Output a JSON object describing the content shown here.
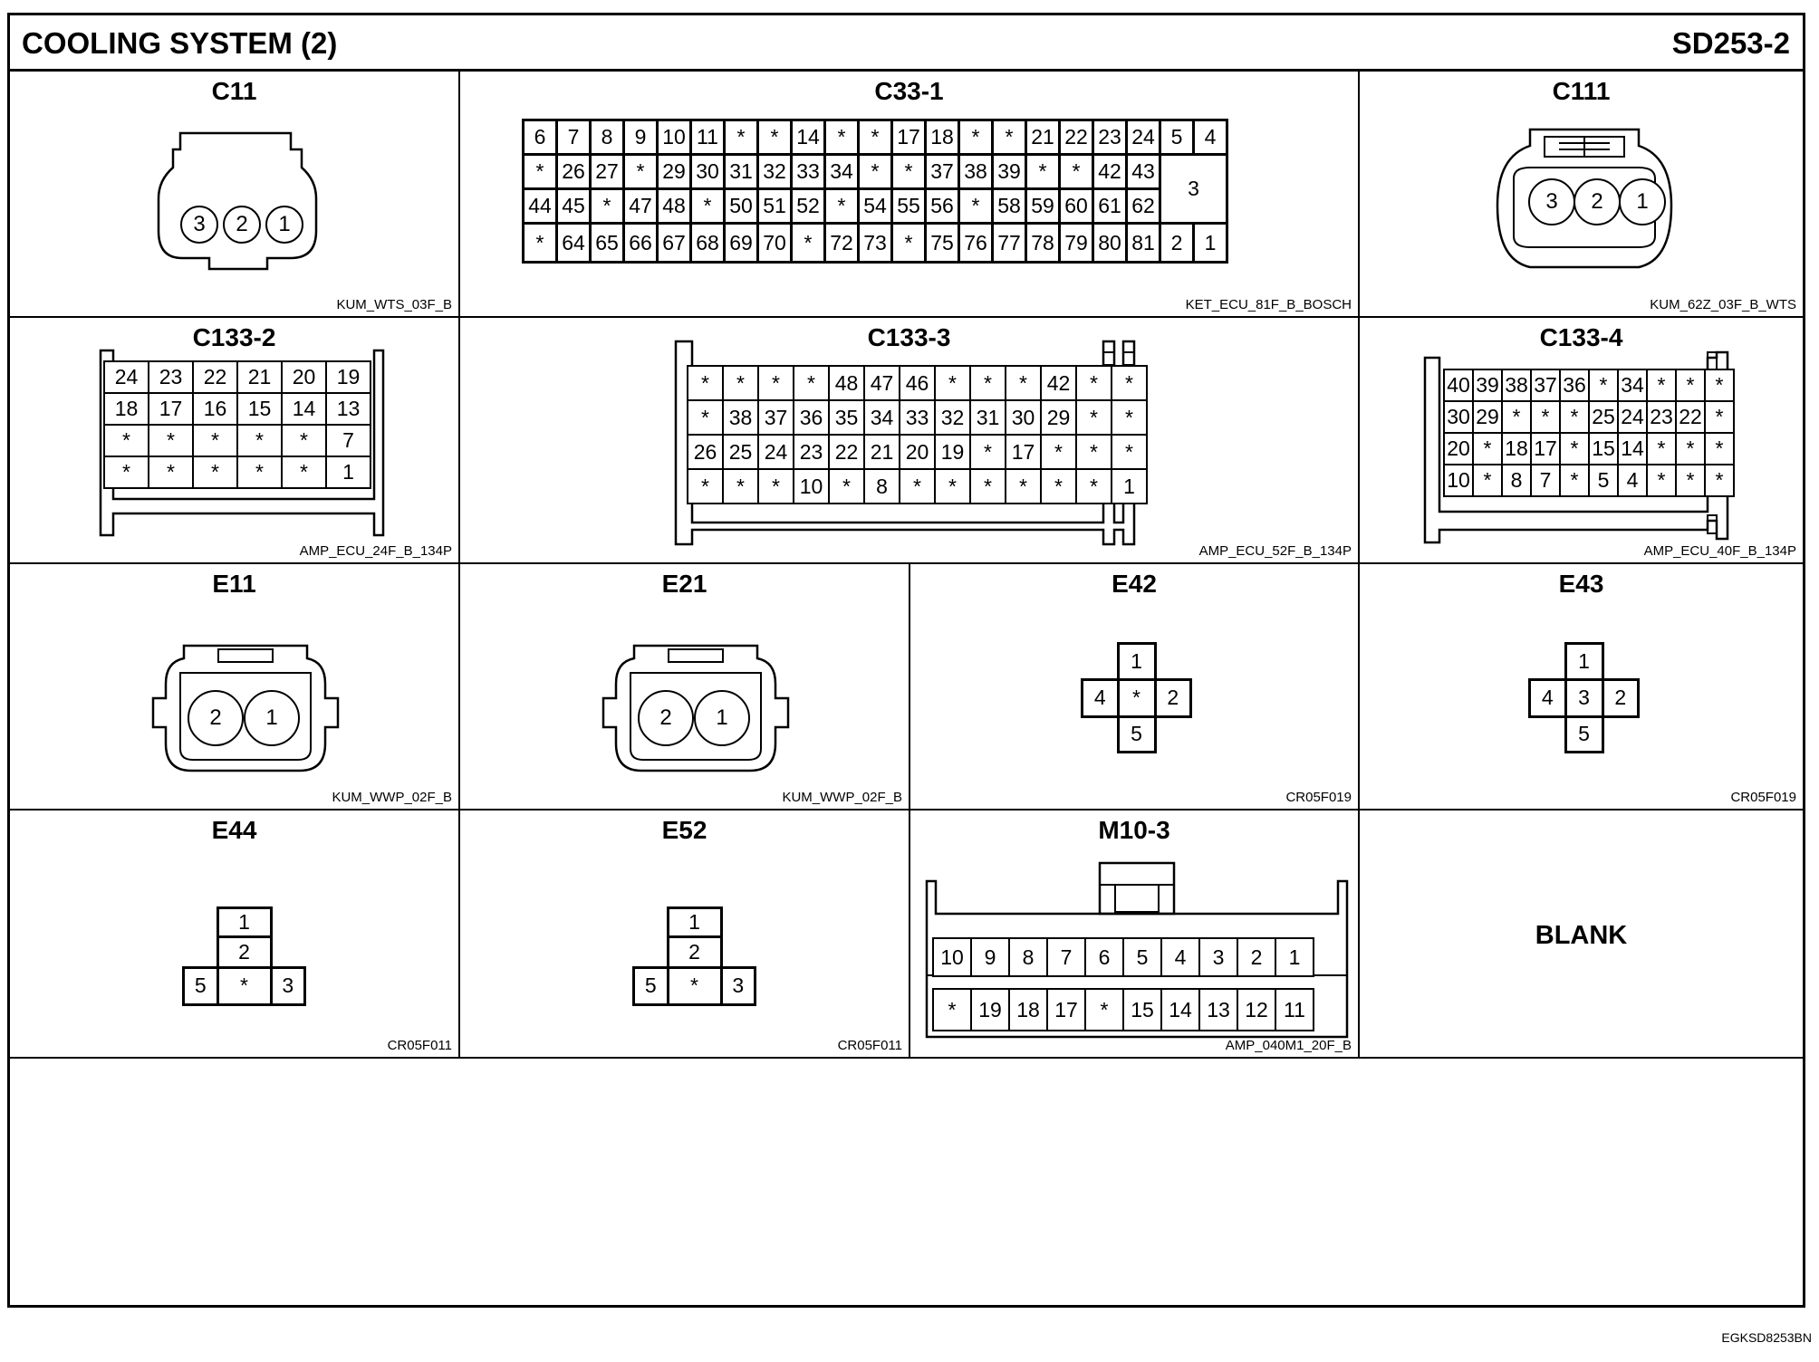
{
  "header": {
    "title": "COOLING SYSTEM (2)",
    "code": "SD253-2"
  },
  "footer": {
    "code": "EGKSD8253BN"
  },
  "connectors": {
    "c11": {
      "title": "C11",
      "code": "KUM_WTS_03F_B",
      "pins": [
        "3",
        "2",
        "1"
      ]
    },
    "c33_1": {
      "title": "C33-1",
      "code": "KET_ECU_81F_B_BOSCH",
      "rows": [
        [
          "6",
          "7",
          "8",
          "9",
          "10",
          "11",
          "*",
          "*",
          "14",
          "*",
          "*",
          "17",
          "18",
          "*",
          "*",
          "21",
          "22",
          "23",
          "24",
          "5",
          "4"
        ],
        [
          "*",
          "26",
          "27",
          "*",
          "29",
          "30",
          "31",
          "32",
          "33",
          "34",
          "*",
          "*",
          "37",
          "38",
          "39",
          "*",
          "*",
          "42",
          "43"
        ],
        [
          "44",
          "45",
          "*",
          "47",
          "48",
          "*",
          "50",
          "51",
          "52",
          "*",
          "54",
          "55",
          "56",
          "*",
          "58",
          "59",
          "60",
          "61",
          "62"
        ],
        [
          "*",
          "64",
          "65",
          "66",
          "67",
          "68",
          "69",
          "70",
          "*",
          "72",
          "73",
          "*",
          "75",
          "76",
          "77",
          "78",
          "79",
          "80",
          "81",
          "2",
          "1"
        ]
      ],
      "mid_pin": "3"
    },
    "c111": {
      "title": "C111",
      "code": "KUM_62Z_03F_B_WTS",
      "pins": [
        "3",
        "2",
        "1"
      ]
    },
    "c133_2": {
      "title": "C133-2",
      "code": "AMP_ECU_24F_B_134P",
      "rows": [
        [
          "24",
          "23",
          "22",
          "21",
          "20",
          "19"
        ],
        [
          "18",
          "17",
          "16",
          "15",
          "14",
          "13"
        ],
        [
          "*",
          "*",
          "*",
          "*",
          "*",
          "7"
        ],
        [
          "*",
          "*",
          "*",
          "*",
          "*",
          "1"
        ]
      ]
    },
    "c133_3": {
      "title": "C133-3",
      "code": "AMP_ECU_52F_B_134P",
      "rows": [
        [
          "*",
          "*",
          "*",
          "*",
          "48",
          "47",
          "46",
          "*",
          "*",
          "*",
          "42",
          "*",
          "*"
        ],
        [
          "*",
          "38",
          "37",
          "36",
          "35",
          "34",
          "33",
          "32",
          "31",
          "30",
          "29",
          "*",
          "*"
        ],
        [
          "26",
          "25",
          "24",
          "23",
          "22",
          "21",
          "20",
          "19",
          "*",
          "17",
          "*",
          "*",
          "*"
        ],
        [
          "*",
          "*",
          "*",
          "10",
          "*",
          "8",
          "*",
          "*",
          "*",
          "*",
          "*",
          "*",
          "1"
        ]
      ]
    },
    "c133_4": {
      "title": "C133-4",
      "code": "AMP_ECU_40F_B_134P",
      "rows": [
        [
          "40",
          "39",
          "38",
          "37",
          "36",
          "*",
          "34",
          "*",
          "*",
          "*"
        ],
        [
          "30",
          "29",
          "*",
          "*",
          "*",
          "25",
          "24",
          "23",
          "22",
          "*"
        ],
        [
          "20",
          "*",
          "18",
          "17",
          "*",
          "15",
          "14",
          "*",
          "*",
          "*"
        ],
        [
          "10",
          "*",
          "8",
          "7",
          "*",
          "5",
          "4",
          "*",
          "*",
          "*"
        ]
      ]
    },
    "e11": {
      "title": "E11",
      "code": "KUM_WWP_02F_B",
      "pins": [
        "2",
        "1"
      ]
    },
    "e21": {
      "title": "E21",
      "code": "KUM_WWP_02F_B",
      "pins": [
        "2",
        "1"
      ]
    },
    "e42": {
      "title": "E42",
      "code": "CR05F019",
      "pins": {
        "top": "1",
        "left": "4",
        "center": "*",
        "right": "2",
        "bottom": "5"
      }
    },
    "e43": {
      "title": "E43",
      "code": "CR05F019",
      "pins": {
        "top": "1",
        "left": "4",
        "center": "3",
        "right": "2",
        "bottom": "5"
      }
    },
    "e44": {
      "title": "E44",
      "code": "CR05F011",
      "pins": {
        "p1": "1",
        "p2": "2",
        "left": "5",
        "center": "*",
        "right": "3"
      }
    },
    "e52": {
      "title": "E52",
      "code": "CR05F011",
      "pins": {
        "p1": "1",
        "p2": "2",
        "left": "5",
        "center": "*",
        "right": "3"
      }
    },
    "m10_3": {
      "title": "M10-3",
      "code": "AMP_040M1_20F_B",
      "rows": [
        [
          "10",
          "9",
          "8",
          "7",
          "6",
          "5",
          "4",
          "3",
          "2",
          "1"
        ],
        [
          "*",
          "19",
          "18",
          "17",
          "*",
          "15",
          "14",
          "13",
          "12",
          "11"
        ]
      ]
    },
    "blank": {
      "label": "BLANK"
    }
  }
}
